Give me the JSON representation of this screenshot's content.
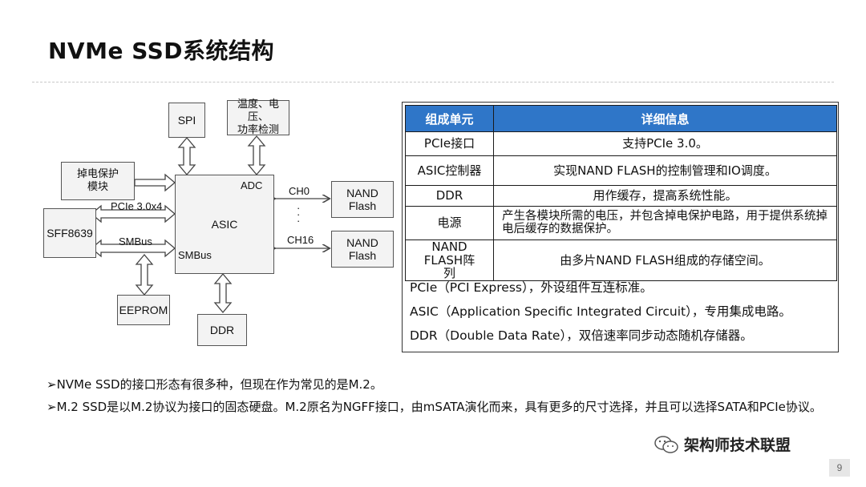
{
  "title": "NVMe SSD系统结构",
  "diagram": {
    "spi": "SPI",
    "sensor": "温度、电压、\n功率检测",
    "power_protect": "掉电保护\n模块",
    "asic": "ASIC",
    "adc": "ADC",
    "smbus_port": "SMBus",
    "sff": "SFF8639",
    "pcie_link": "PCIe 3.0x4",
    "smbus_link": "SMBus",
    "eeprom": "EEPROM",
    "ddr": "DDR",
    "ch0": "CH0",
    "ch16": "CH16",
    "nand1": "NAND Flash",
    "nand2": "NAND Flash",
    "dots": "·\n·\n·"
  },
  "table": {
    "headers": [
      "组成单元",
      "详细信息"
    ],
    "rows": [
      [
        "PCIe接口",
        "支持PCIe 3.0。"
      ],
      [
        "ASIC控制器",
        "实现NAND FLASH的控制管理和IO调度。"
      ],
      [
        "DDR",
        "用作缓存，提高系统性能。"
      ],
      [
        "电源",
        "产生各模块所需的电压，并包含掉电保护电路，用于提供系统掉电后缓存的数据保护。"
      ],
      [
        "NAND FLASH阵列",
        "由多片NAND FLASH组成的存储空间。"
      ]
    ],
    "notes": [
      "PCIe（PCI Express），外设组件互连标准。",
      "ASIC（Application Specific Integrated Circuit），专用集成电路。",
      "DDR（Double Data Rate），双倍速率同步动态随机存储器。"
    ]
  },
  "bullets": [
    "➢NVMe SSD的接口形态有很多种，但现在作为常见的是M.2。",
    "➢M.2 SSD是以M.2协议为接口的固态硬盘。M.2原名为NGFF接口，由mSATA演化而来，具有更多的尺寸选择，并且可以选择SATA和PCIe协议。"
  ],
  "watermark": "架构师技术联盟",
  "page_number": "9",
  "colors": {
    "table_header": "#2f76c8",
    "box_fill": "#f3f3f3"
  }
}
